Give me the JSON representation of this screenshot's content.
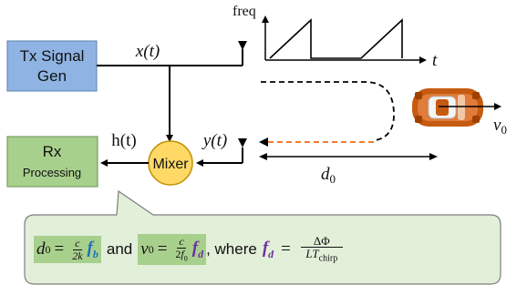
{
  "blocks": {
    "tx_line1": "Tx Signal",
    "tx_line2": "Gen",
    "rx_line1": "Rx",
    "rx_line2": "Processing",
    "mixer": "Mixer"
  },
  "signals": {
    "x": "x(t)",
    "h": "h(t)",
    "y": "y(t)"
  },
  "chirp_plot": {
    "y_axis_label": "freq",
    "x_axis_label": "t"
  },
  "labels": {
    "distance": "d",
    "distance_sub": "0",
    "velocity": "v",
    "velocity_sub": "0"
  },
  "formula": {
    "d_sym": "d",
    "sub0": "0",
    "eq": "=",
    "c": "c",
    "two_k": "2k",
    "f": "f",
    "b": "b",
    "and": "and",
    "v_sym": "v",
    "two": "2",
    "d_sub": "d",
    "where": ", where",
    "delta_phi": "ΔΦ",
    "L": "L",
    "T": "T",
    "chirp": "chirp"
  },
  "colors": {
    "tx_fill": "#8fb4e3",
    "rx_fill": "#a8d08d",
    "mixer_fill": "#ffd966",
    "mixer_stroke": "#c09000",
    "panel_fill": "#e2efd9",
    "panel_stroke": "#7f7f7f",
    "highlight": "#a8d08d",
    "echo": "#ed7d31",
    "car": "#c55a11",
    "blue_text": "#1f6fb5",
    "purple_text": "#7030a0"
  }
}
